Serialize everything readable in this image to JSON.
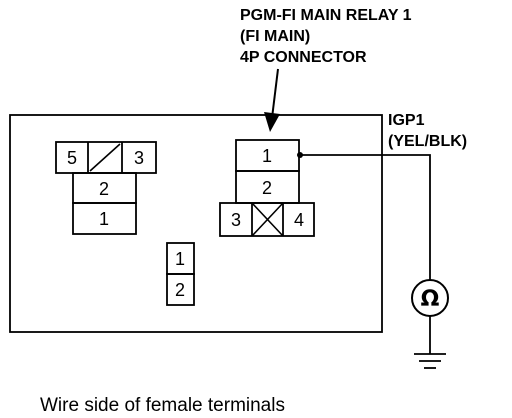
{
  "relay_label": {
    "line1": "PGM-FI MAIN RELAY 1",
    "line2": "(FI MAIN)",
    "line3": "4P CONNECTOR"
  },
  "wire_label": {
    "line1": "IGP1",
    "line2": "(YEL/BLK)"
  },
  "left_connector": {
    "top_left": "5",
    "top_right": "3",
    "middle": "2",
    "bottom": "1"
  },
  "center_connector": {
    "top": "1",
    "bottom": "2"
  },
  "relay_connector": {
    "pin_top": "1",
    "pin_middle": "2",
    "pin_bottom_left": "3",
    "pin_bottom_right": "4"
  },
  "meter": {
    "symbol": "Ω"
  },
  "caption": "Wire side of female terminals"
}
